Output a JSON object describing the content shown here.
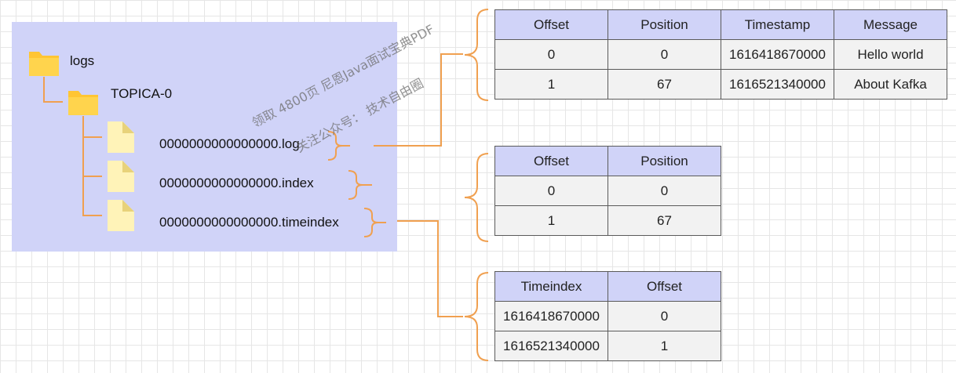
{
  "tree": {
    "root_label": "logs",
    "partition_label": "TOPICA-0",
    "files": [
      "0000000000000000.log",
      "0000000000000000.index",
      "0000000000000000.timeindex"
    ]
  },
  "watermark": {
    "line1": "领取 4800页 尼恩Java面试宝典PDF",
    "line2": "关注公众号：  技术自由圈"
  },
  "log_table": {
    "headers": [
      "Offset",
      "Position",
      "Timestamp",
      "Message"
    ],
    "rows": [
      [
        "0",
        "0",
        "1616418670000",
        "Hello world"
      ],
      [
        "1",
        "67",
        "1616521340000",
        "About Kafka"
      ]
    ]
  },
  "index_table": {
    "headers": [
      "Offset",
      "Position"
    ],
    "rows": [
      [
        "0",
        "0"
      ],
      [
        "1",
        "67"
      ]
    ]
  },
  "timeindex_table": {
    "headers": [
      "Timeindex",
      "Offset"
    ],
    "rows": [
      [
        "1616418670000",
        "0"
      ],
      [
        "1616521340000",
        "1"
      ]
    ]
  },
  "colors": {
    "panel": "#d0d3f8",
    "connector": "#f0a050",
    "folder": "#ffc533",
    "file": "#fff3b8",
    "header_fill": "#d0d3f8",
    "cell_fill": "#f2f2f2"
  }
}
